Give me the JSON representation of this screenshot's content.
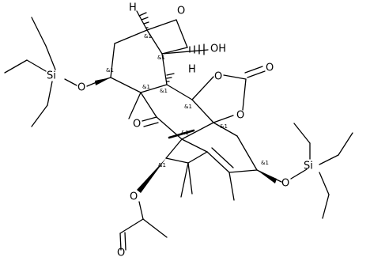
{
  "atoms": {
    "H_top": "H",
    "O_oxetane": "O",
    "OH": "OH",
    "Si_left": "Si",
    "O_left": "O",
    "O_carbonate_ring1": "O",
    "O_carbonate_double": "O",
    "O_carbonate_ring2": "O",
    "H_mid": "H",
    "O_ketone": "O",
    "Si_right": "Si",
    "O_right": "O",
    "O_acetate": "O",
    "O_acetyl_carbonyl": "O"
  },
  "stereo_label": "&1"
}
